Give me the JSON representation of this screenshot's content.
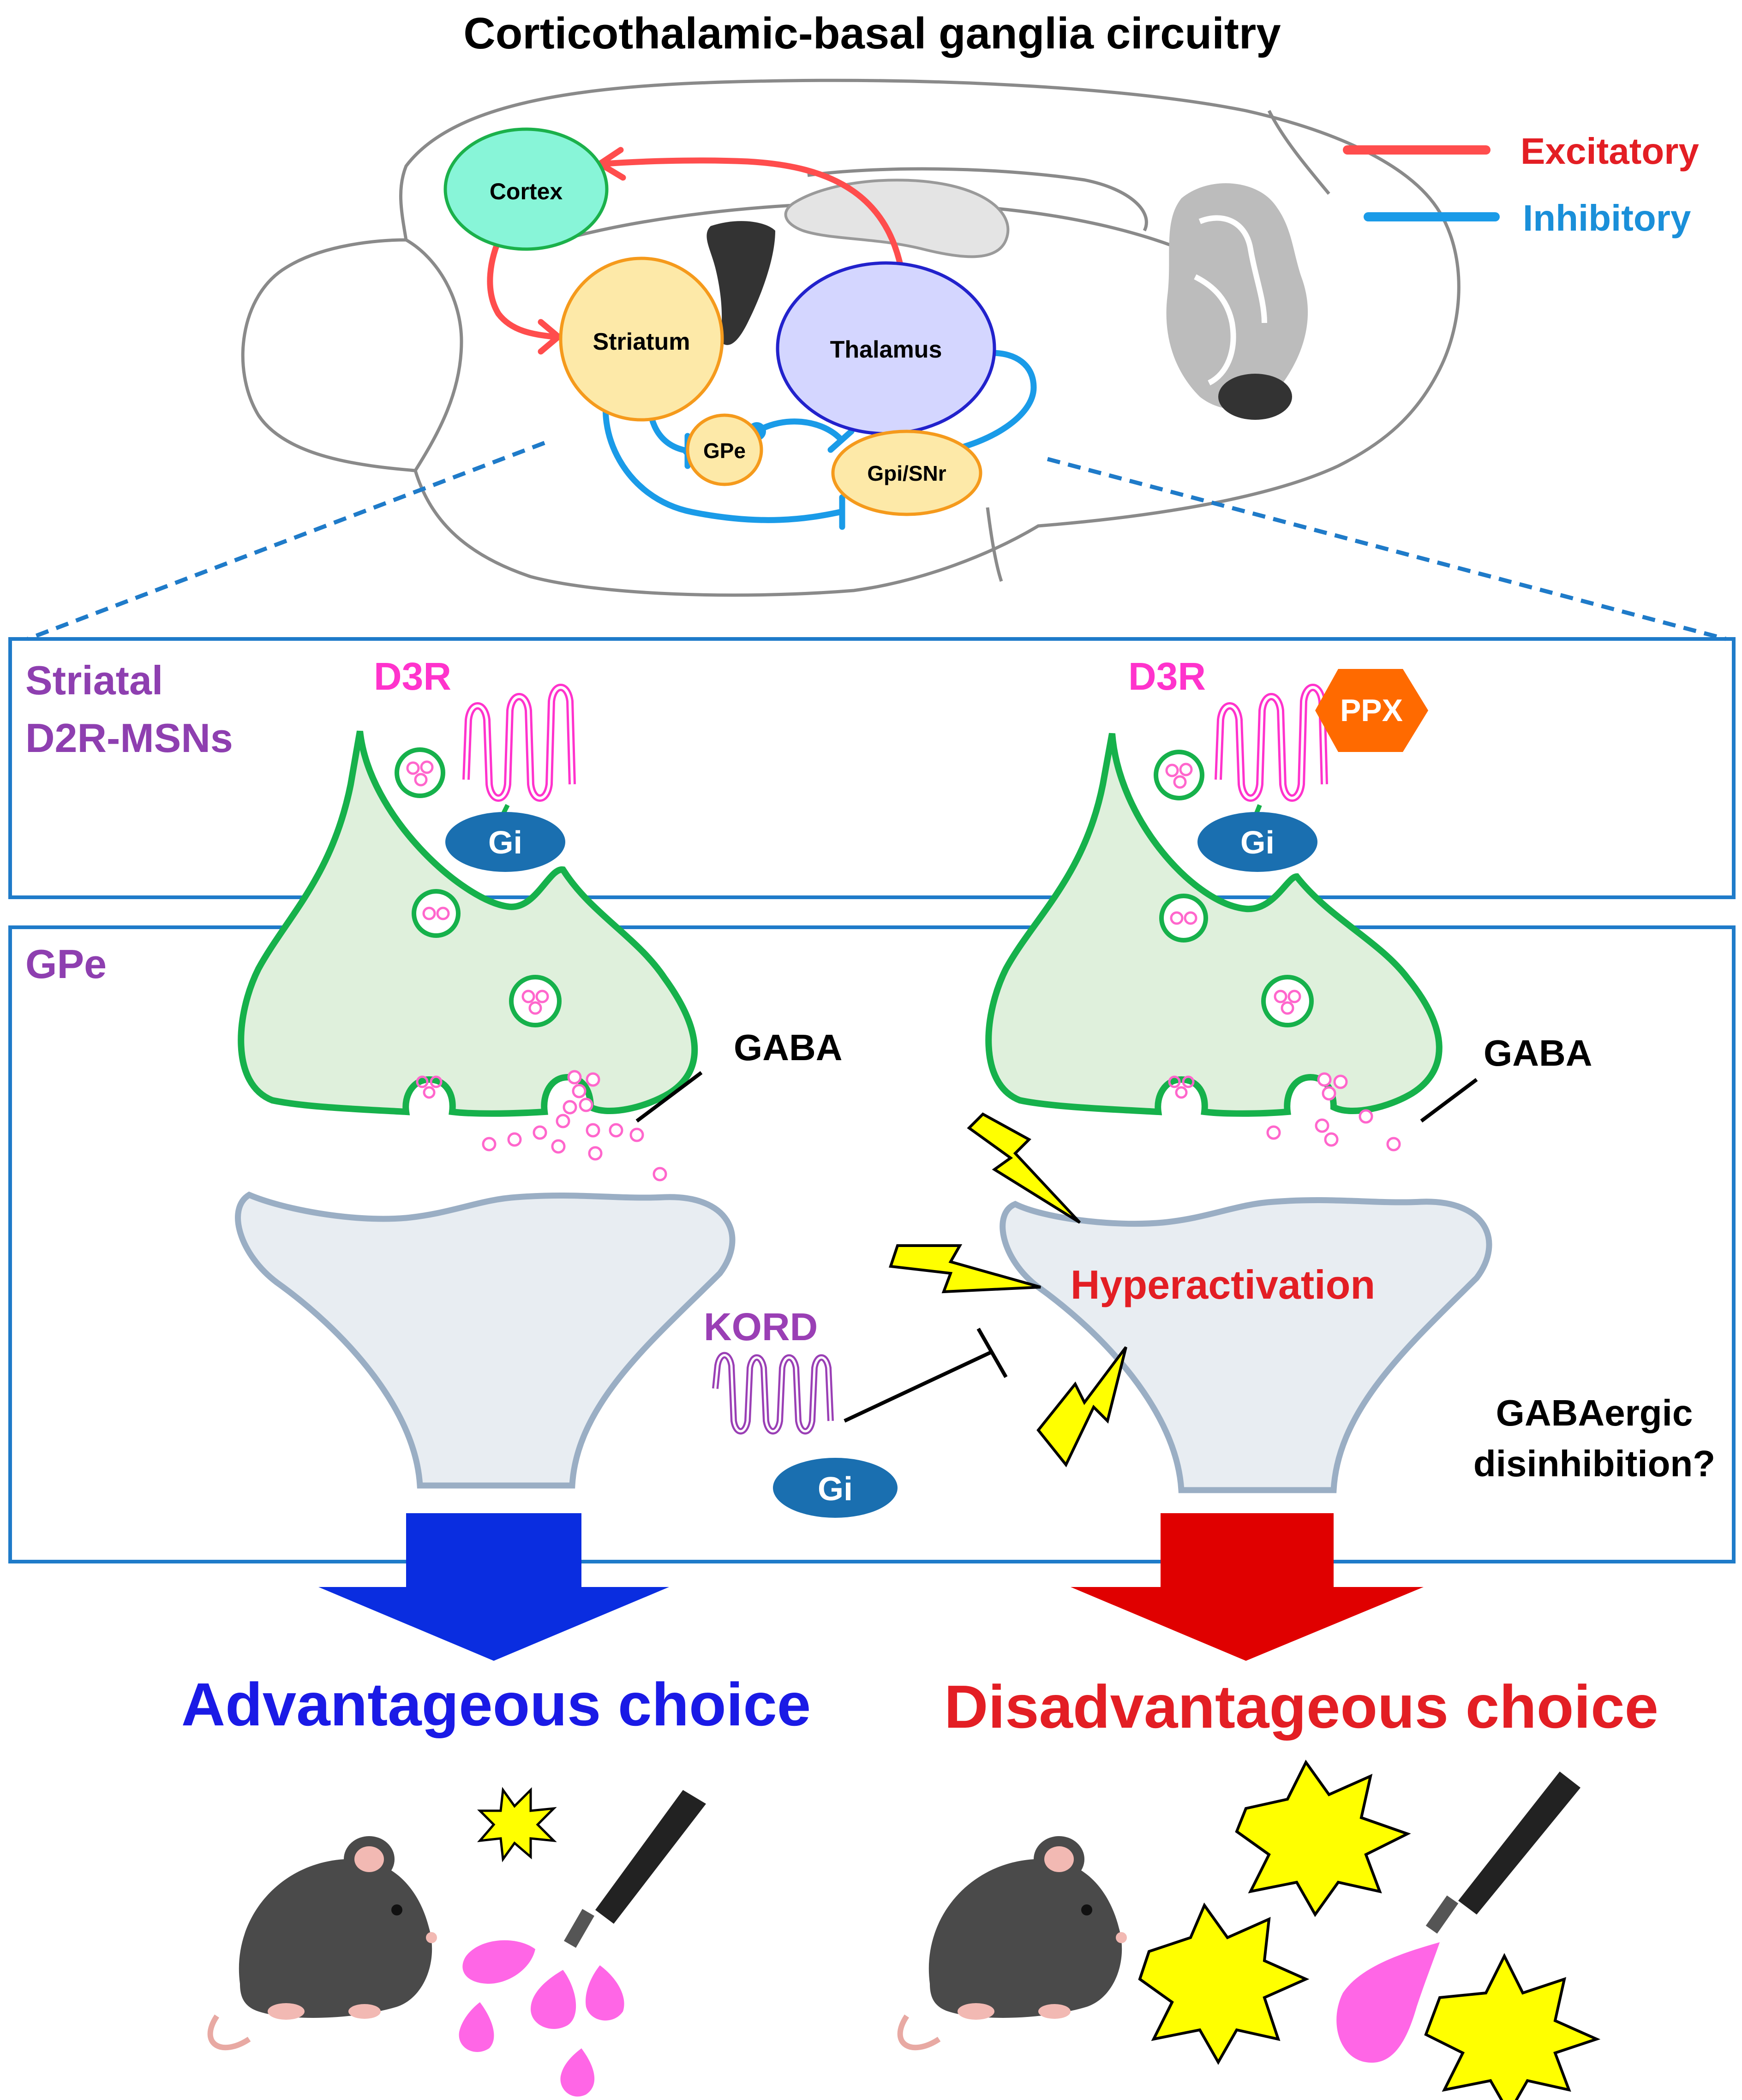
{
  "title": "Corticothalamic-basal ganglia circuitry",
  "legend": {
    "excitatory": "Excitatory",
    "inhibitory": "Inhibitory"
  },
  "regions": {
    "cortex": "Cortex",
    "striatum": "Striatum",
    "thalamus": "Thalamus",
    "gpe": "GPe",
    "gpi_snr": "Gpi/SNr"
  },
  "panels": {
    "striatal_line1": "Striatal",
    "striatal_line2": "D2R-MSNs",
    "gpe": "GPe"
  },
  "synapse": {
    "d3r": "D3R",
    "gi": "Gi",
    "gaba": "GABA",
    "ppx": "PPX",
    "kord": "KORD",
    "hyperactivation": "Hyperactivation",
    "disinhibition_line1": "GABAergic",
    "disinhibition_line2": "disinhibition?"
  },
  "outcomes": {
    "advantageous": "Advantageous choice",
    "disadvantageous": "Disadvantageous choice"
  },
  "colors": {
    "excitatory": "#ff4d4d",
    "inhibitory": "#1a9be8",
    "title_excitatory": "#e31e24",
    "title_inhibitory": "#1a8fd9",
    "panel_border": "#1f7bc9",
    "panel_label": "#8e3fb0",
    "d3r": "#ff33cc",
    "kord": "#9a3fb5",
    "gi": "#1a6fb0",
    "terminal_fill": "#dff0dc",
    "terminal_stroke": "#16b14b",
    "postsyn_fill": "#e8edf2",
    "postsyn_stroke": "#9aaec4",
    "ppx": "#ff6a00",
    "advantageous": "#1a1ae6",
    "disadvantageous": "#e31e24",
    "blue_arrow": "#0a2de0",
    "red_arrow": "#e00000",
    "bolt": "#ffff00"
  }
}
